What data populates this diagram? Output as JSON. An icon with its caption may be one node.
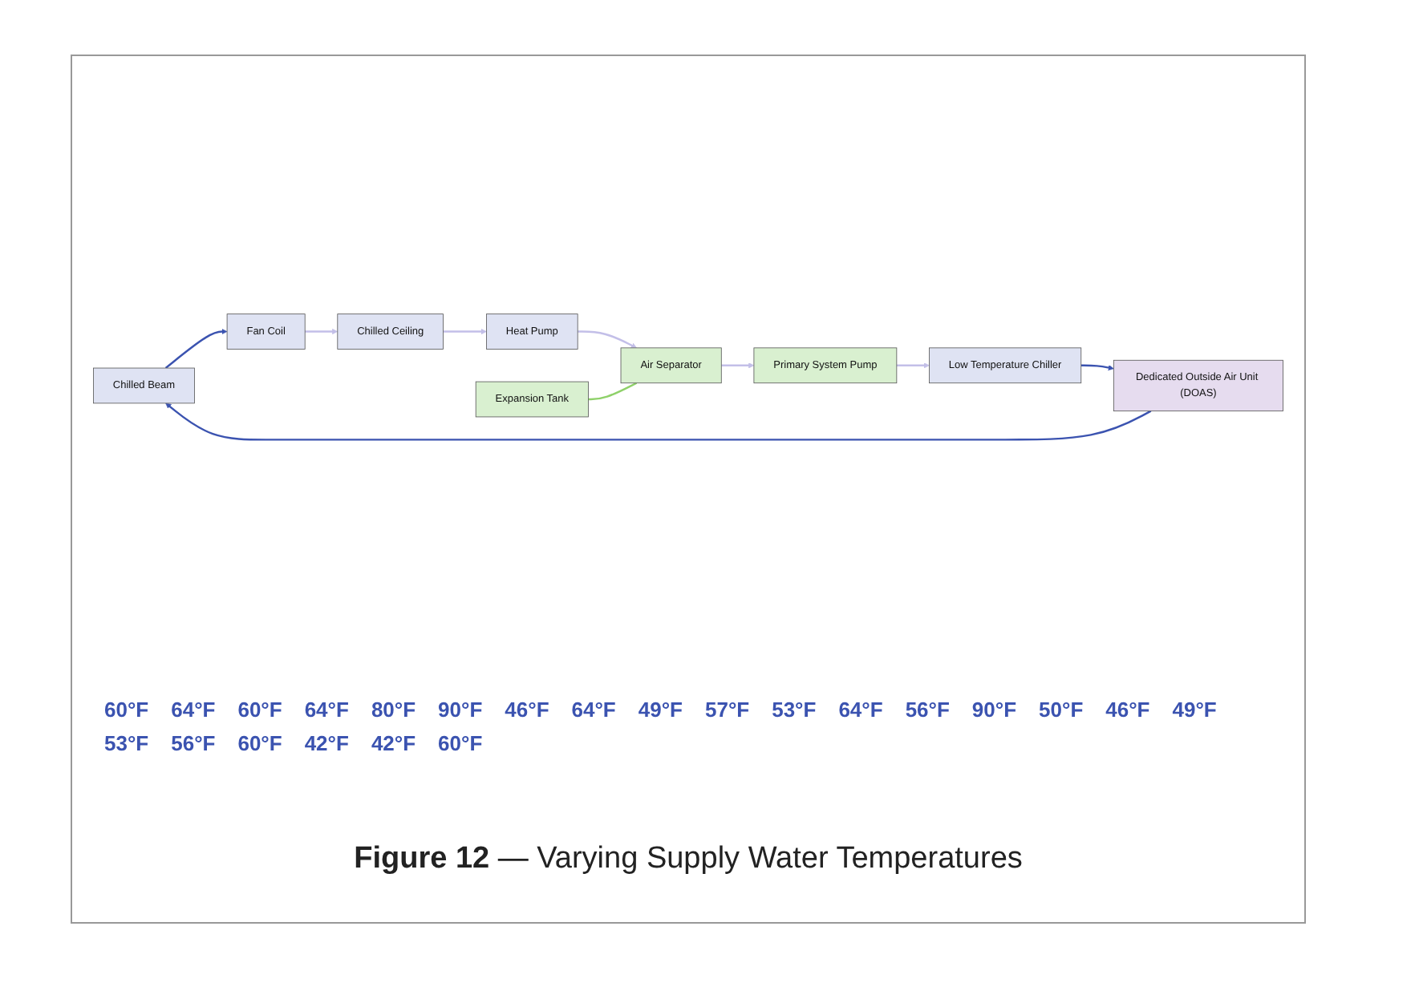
{
  "diagram": {
    "caption": "**Figure 12** — Varying Supply Water Temperatures",
    "nodes": [
      {
        "text": [
          "Chilled Beam"
        ]
      },
      {
        "text": [
          "Fan Coil"
        ]
      },
      {
        "text": [
          "Chilled Ceiling"
        ]
      },
      {
        "text": [
          "Heat Pump"
        ]
      },
      {
        "text": [
          "Dedicated Outside Air Unit (DOAS)"
        ]
      },
      {
        "text": [
          "Primary System Pump"
        ]
      },
      {
        "text": [
          "Air Separator"
        ]
      },
      {
        "text": [
          "Low Temperature Chiller"
        ]
      },
      {
        "text": [
          "Expansion Tank"
        ]
      }
    ],
    "edges": [
      {
        "from": 7,
        "to": 4,
        "arrow": "to",
        "color": "#3b53b0"
      },
      {
        "from": 4,
        "to": 0,
        "arrow": "to",
        "color": "#3b53b0"
      },
      {
        "from": 0,
        "to": 1,
        "arrow": "to",
        "color": "#3b53b0"
      },
      {
        "from": 1,
        "to": 2,
        "arrow": "to"
      },
      {
        "from": 2,
        "to": 3,
        "arrow": "to"
      },
      {
        "from": 3,
        "to": 6,
        "arrow": "to"
      },
      {
        "from": 6,
        "to": 5,
        "arrow": "to"
      },
      {
        "from": 5,
        "to": 7,
        "arrow": "to"
      },
      {
        "from": 8,
        "to": 6,
        "arrow": "none",
        "color": "#8fd16a"
      }
    ],
    "labels": [
      "60°F",
      "64°F",
      "60°F",
      "64°F",
      "80°F",
      "90°F",
      "46°F",
      "64°F",
      "49°F",
      "57°F",
      "53°F",
      "64°F",
      "56°F",
      "90°F",
      "50°F",
      "46°F",
      "49°F",
      "53°F",
      "56°F",
      "60°F",
      "42°F",
      "42°F",
      "60°F"
    ]
  }
}
